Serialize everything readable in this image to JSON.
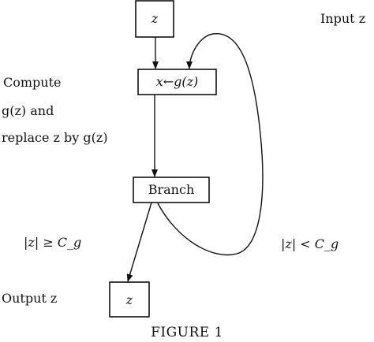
{
  "nodes": {
    "input_box": "z",
    "compute_box": "x←g(z)",
    "branch_box": "Branch",
    "output_box": "z"
  },
  "labels": {
    "input": "Input z",
    "compute_line1": "Compute",
    "compute_line2": "g(z) and",
    "compute_line3": "replace z by g(z)",
    "branch_ge": "|z| ≥ C_g",
    "branch_lt": "|z| < C_g",
    "output": "Output z"
  },
  "caption": "FIGURE 1",
  "colors": {
    "ink": "#111111",
    "background": "#ffffff"
  }
}
